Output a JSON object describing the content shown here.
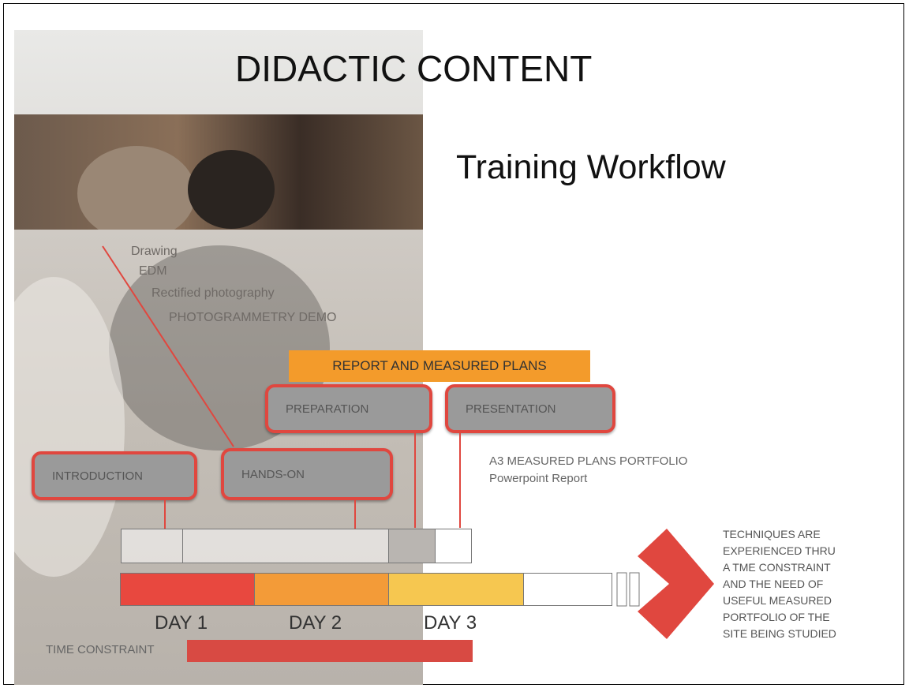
{
  "title": "DIDACTIC CONTENT",
  "subtitle": "Training Workflow",
  "techniques": [
    "Drawing",
    "EDM",
    "Rectified photography",
    "PHOTOGRAMMETRY DEMO"
  ],
  "report_label": "REPORT AND MEASURED PLANS",
  "phases": {
    "introduction": "INTRODUCTION",
    "hands_on": "HANDS-ON",
    "preparation": "PREPARATION",
    "presentation": "PRESENTATION"
  },
  "portfolio_lines": [
    "A3 MEASURED PLANS PORTFOLIO",
    "Powerpoint Report"
  ],
  "days": [
    "DAY 1",
    "DAY 2",
    "DAY 3"
  ],
  "time_constraint_label": "TIME CONSTRAINT",
  "note": "TECHNIQUES ARE\nEXPERIENCED THRU\nA TME CONSTRAINT\nAND THE NEED OF\nUSEFUL MEASURED\nPORTFOLIO OF THE\nSITE BEING STUDIED",
  "colors": {
    "accent_red": "#e0473f",
    "day1": "#e8483f",
    "day2": "#f39b38",
    "day3": "#f6c750",
    "report_orange": "#f39b2b"
  }
}
